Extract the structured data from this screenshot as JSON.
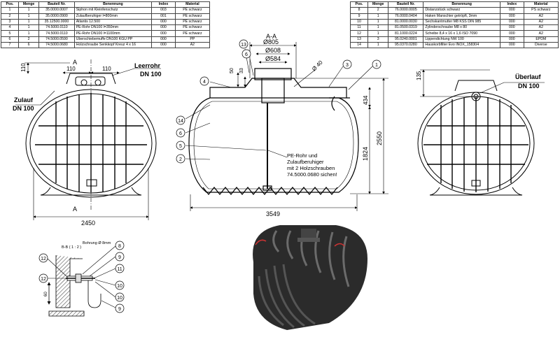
{
  "bom": {
    "headers": [
      "Pos.",
      "Menge",
      "Bauteil Nr.",
      "Benennung",
      "Index",
      "Material"
    ],
    "left_rows": [
      [
        "1",
        "1",
        "35.0000.0007",
        "Siphon mit Kleinfenschutz",
        "003",
        "PE schwarz"
      ],
      [
        "2",
        "1",
        "35.0000.0900",
        "Zulaufberuhiger l=800mm",
        "001",
        "PE schwarz"
      ],
      [
        "3",
        "1",
        "35.12500.0000",
        "Atlantis 12.500",
        "000",
        "PE schwarz"
      ],
      [
        "4",
        "1",
        "74.5000.0110",
        "PE-Rohr DN100 l=350mm",
        "000",
        "PE schwarz"
      ],
      [
        "5",
        "1",
        "74.5000.0110",
        "PE-Rohr DN100 l=1100mm",
        "000",
        "PE schwarz"
      ],
      [
        "6",
        "2",
        "74.5000.0590",
        "Überschiebemuffe DN100 KGU PP",
        "000",
        "PP"
      ],
      [
        "7",
        "6",
        "74.5000.0680",
        "Holzschraube Senkkopf Kreuz 4 x 16",
        "000",
        "A2"
      ]
    ],
    "right_rows": [
      [
        "8",
        "2",
        "76.0000.0005",
        "Distanzstück schwarz",
        "000",
        "PS schwarz"
      ],
      [
        "9",
        "1",
        "76.0000.0404",
        "Haken Manschier getröpft, 3mm",
        "000",
        "A2"
      ],
      [
        "10",
        "1",
        "81.0000.0030",
        "Sechskantmutter M8 KSS DIN 985",
        "000",
        "A2"
      ],
      [
        "11",
        "1",
        "81.0500.0319",
        "Zylinderschraube M8 x 80",
        "000",
        "A2"
      ],
      [
        "12",
        "1",
        "81.1000.0224",
        "Scheibe 8,4 x 16 x 1,6 ISO 7090",
        "000",
        "A2"
      ],
      [
        "13",
        "3",
        "95.0240.0001",
        "Lippendichtung NW 100",
        "000",
        "EPDM"
      ],
      [
        "14",
        "1",
        "95.0370.0280",
        "Hauskorbfilter Evo INOX_158304",
        "000",
        "Diverse"
      ]
    ]
  },
  "left_view": {
    "dim_top_a": "110",
    "dim_top_b": "110",
    "dim_side": "110",
    "width": "2450",
    "inlet_label": "Zulauf",
    "inlet_dn": "DN 100",
    "empty_pipe_label": "Leerrohr",
    "empty_pipe_dn": "DN 100",
    "section_mark": "A"
  },
  "section_view": {
    "title": "A-A",
    "dia_1": "Ø805",
    "dia_2": "Ø608",
    "dia_3": "Ø584",
    "dia_4": "Ø 40",
    "dim_50": "50",
    "dim_33": "33",
    "dim_434": "434",
    "height_total": "2550",
    "height_inner": "1824",
    "length": "3549",
    "note_line1": "PE-Rohr und",
    "note_line2": "Zulaufberuhiger",
    "note_line3": "mit 2 Holzschrauben",
    "note_line4": "74.5000.0680 sichen!",
    "balloons": [
      "13",
      "6",
      "3",
      "1",
      "4",
      "14",
      "6",
      "5",
      "2"
    ]
  },
  "right_view": {
    "overflow_label": "Überlauf",
    "overflow_dn": "DN 100",
    "dim_135": "135"
  },
  "detail": {
    "section_label": "B-B ( 1 : 2 )",
    "bore_label": "Bohrung Ø 8mm",
    "dim_60": "60",
    "balloons": [
      "12",
      "8",
      "9",
      "11",
      "12",
      "10",
      "10",
      "9"
    ]
  },
  "colors": {
    "line": "#000000",
    "tank_render": "#2a2a2a",
    "dim": "#333333"
  }
}
